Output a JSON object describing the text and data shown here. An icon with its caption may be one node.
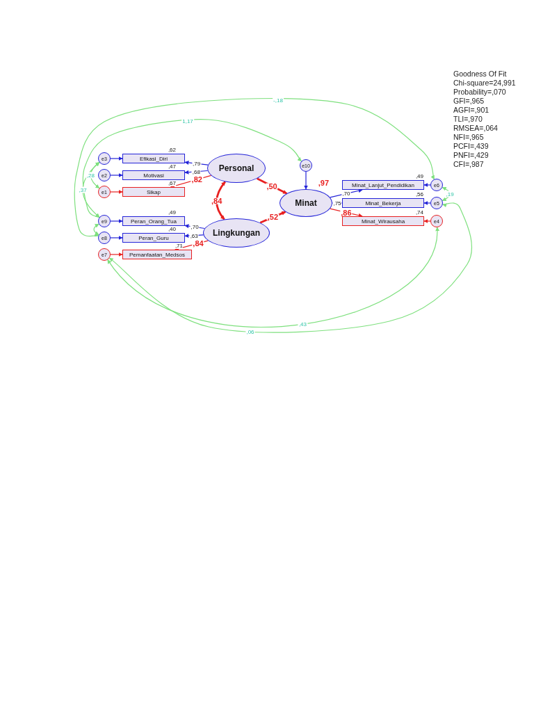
{
  "diagram": {
    "nodes": [
      {
        "text": [
          "e3"
        ]
      },
      {
        "text": [
          "Efikasi_Diri"
        ],
        "beside": [
          ",62"
        ]
      },
      {
        "text": [
          "e2"
        ]
      },
      {
        "text": [
          "Motivasi"
        ],
        "beside": [
          ",47"
        ]
      },
      {
        "text": [
          "e1"
        ]
      },
      {
        "text": [
          "Sikap"
        ],
        "beside": [
          ",67"
        ]
      },
      {
        "text": [
          "Personal"
        ]
      },
      {
        "text": [
          "e9"
        ]
      },
      {
        "text": [
          "Peran_Orang_Tua"
        ],
        "beside": [
          ",49"
        ]
      },
      {
        "text": [
          "e8"
        ]
      },
      {
        "text": [
          "Peran_Guru"
        ],
        "beside": [
          ",40"
        ]
      },
      {
        "text": [
          "e7"
        ]
      },
      {
        "text": [
          "Pemanfaatan_Medsos"
        ],
        "beside": [
          ",71"
        ]
      },
      {
        "text": [
          "Lingkungan"
        ]
      },
      {
        "text": [
          "e10"
        ]
      },
      {
        "text": [
          "Minat"
        ],
        "beside": [
          ",97"
        ]
      },
      {
        "text": [
          "Minat_Lanjut_Pendidikan"
        ],
        "beside": [
          ",49"
        ]
      },
      {
        "text": [
          "e6"
        ]
      },
      {
        "text": [
          "Minat_Bekerja"
        ],
        "beside": [
          ",56"
        ]
      },
      {
        "text": [
          "e5"
        ]
      },
      {
        "text": [
          "Minat_Wirausaha"
        ],
        "beside": [
          ",74"
        ]
      },
      {
        "text": [
          "e4"
        ]
      }
    ],
    "edges": [
      {
        "from": 0,
        "to": 1,
        "arrow": "to"
      },
      {
        "from": 2,
        "to": 3,
        "arrow": "to"
      },
      {
        "from": 4,
        "to": 5,
        "arrow": "to",
        "color": "#e82020"
      },
      {
        "from": 6,
        "to": 1,
        "arrow": "to",
        "label": ",79"
      },
      {
        "from": 6,
        "to": 3,
        "arrow": "to",
        "label": ",68"
      },
      {
        "from": 6,
        "to": 5,
        "arrow": "to",
        "label": ",82",
        "color": "#e82020"
      },
      {
        "from": 6,
        "to": 13,
        "arrow": "both",
        "label": ",84",
        "color": "#e82020",
        "style": "thick"
      },
      {
        "from": 7,
        "to": 8,
        "arrow": "to"
      },
      {
        "from": 9,
        "to": 10,
        "arrow": "to"
      },
      {
        "from": 11,
        "to": 12,
        "arrow": "to",
        "color": "#e82020"
      },
      {
        "from": 13,
        "to": 8,
        "arrow": "to",
        "label": ",70"
      },
      {
        "from": 13,
        "to": 10,
        "arrow": "to",
        "label": ",63"
      },
      {
        "from": 13,
        "to": 12,
        "arrow": "to",
        "label": ",84",
        "color": "#e82020"
      },
      {
        "from": 6,
        "to": 15,
        "arrow": "to",
        "label": ",50",
        "color": "#e82020",
        "style": "thick"
      },
      {
        "from": 13,
        "to": 15,
        "arrow": "to",
        "label": ",52",
        "color": "#e82020",
        "style": "thick"
      },
      {
        "from": 14,
        "to": 15,
        "arrow": "to"
      },
      {
        "from": 15,
        "to": 16,
        "arrow": "to",
        "label": ",70"
      },
      {
        "from": 15,
        "to": 18,
        "arrow": "to",
        "label": ",75"
      },
      {
        "from": 15,
        "to": 20,
        "arrow": "to",
        "label": ",86",
        "color": "#e82020"
      },
      {
        "from": 17,
        "to": 16,
        "arrow": "to"
      },
      {
        "from": 19,
        "to": 18,
        "arrow": "to"
      },
      {
        "from": 21,
        "to": 20,
        "arrow": "to",
        "color": "#e82020"
      },
      {
        "from": 0,
        "to": 4,
        "arrow": "both",
        "label": ",28",
        "color": "#7ee07e"
      },
      {
        "from": 0,
        "to": 7,
        "arrow": "both",
        "label": ",37",
        "color": "#7ee07e"
      },
      {
        "from": 7,
        "to": 9,
        "arrow": "both",
        "color": "#7ee07e"
      },
      {
        "from": 7,
        "to": 14,
        "arrow": "both",
        "label": "1,17",
        "color": "#7ee07e"
      },
      {
        "from": 9,
        "to": 17,
        "arrow": "both",
        "label": "-,18",
        "color": "#7ee07e"
      },
      {
        "from": 11,
        "to": 21,
        "arrow": "both",
        "label": ",43",
        "color": "#7ee07e"
      },
      {
        "from": 11,
        "to": 19,
        "arrow": "both",
        "label": ",06",
        "color": "#7ee07e"
      },
      {
        "from": 17,
        "to": 19,
        "arrow": "both",
        "label": ",19",
        "color": "#7ee07e"
      }
    ],
    "labels": [
      "Goodness Of Fit",
      "Chi-square=24,991",
      "Probability=,070",
      "GFI=,965",
      "AGFI=,901",
      "TLI=,970",
      "RMSEA=,064",
      "NFI=,965",
      "PCFI=,439",
      "PNFI=,429",
      "CFI=,987"
    ]
  }
}
